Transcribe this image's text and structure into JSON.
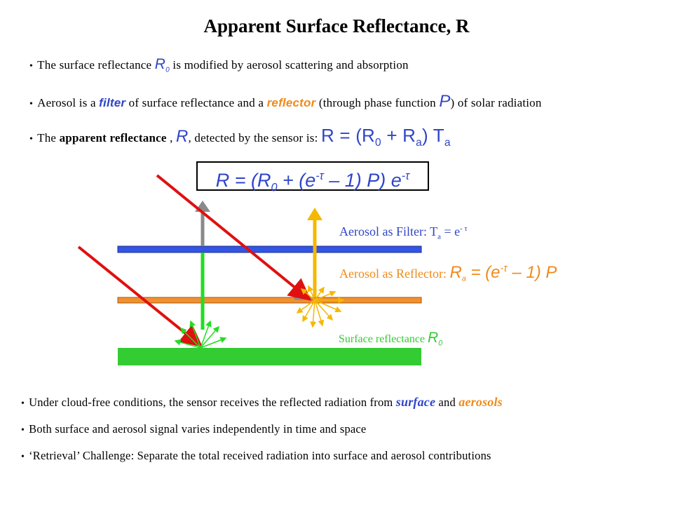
{
  "title": "Apparent Surface Reflectance, R",
  "bullets_top": {
    "b1": {
      "pre": "The surface reflectance ",
      "sym": "R",
      "sub": "0",
      "post": " is modified by aerosol scattering and absorption"
    },
    "b2": {
      "pre": "Aerosol is a ",
      "filter": "filter",
      "mid": " of surface reflectance and a ",
      "reflector": "reflector",
      "mid2": " (through phase function ",
      "sym": "P",
      "post": ") of solar radiation"
    },
    "b3": {
      "pre": "The ",
      "bold": "apparent reflectance",
      "mid": " , ",
      "sym": "R",
      "mid2": ", detected by the sensor is: ",
      "eq": "R = (R",
      "eq_sub0": "0",
      "eq_plus": " + R",
      "eq_suba": "a",
      "eq_close": ") T",
      "eq_subta": "a"
    }
  },
  "equation": {
    "lhs": "R = (R",
    "sub0": "0",
    "mid": " + (e",
    "sup1": "-τ",
    "mid2": " – 1) P) e",
    "sup2": "-τ"
  },
  "labels": {
    "filter": {
      "pre": "Aerosol as Filter: T",
      "sub": "a",
      "mid": " = e",
      "sup": "- τ"
    },
    "reflector": {
      "pre": "Aerosol as Reflector: ",
      "sym": "R",
      "sub": "a",
      "mid": " = (e",
      "sup": "-τ",
      "post": " – 1) P"
    },
    "surface": {
      "pre": "Surface reflectance ",
      "sym": "R",
      "sub": "0"
    }
  },
  "bullets_bottom": {
    "b1": {
      "pre": "Under cloud-free conditions, the sensor receives the reflected radiation from ",
      "surface": "surface",
      "mid": " and ",
      "aerosols": "aerosols"
    },
    "b2": "Both surface and aerosol signal varies independently in time and space",
    "b3": "‘Retrieval’ Challenge: Separate the total received radiation into surface and aerosol contributions"
  },
  "colors": {
    "blue_layer": "#3355e6",
    "orange_layer": "#f09030",
    "surface": "#33cc33",
    "red_ray": "#e01010",
    "gray_ray": "#8a8a8a",
    "yellow_ray": "#f5b800",
    "green_ray": "#22dd22",
    "text_blue": "#2f45c8",
    "text_orange": "#f08a1a"
  }
}
